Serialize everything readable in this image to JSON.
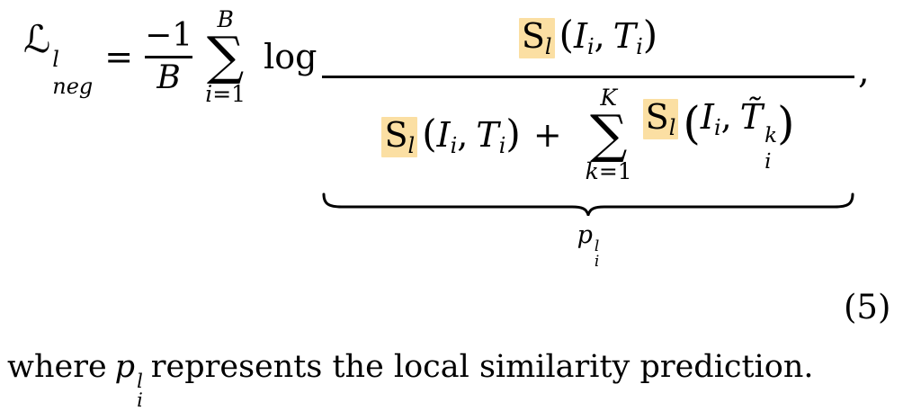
{
  "colors": {
    "background": "#ffffff",
    "text": "#000000",
    "highlight": "#fbdfa3"
  },
  "equation": {
    "number": "(5)",
    "loss": {
      "symbol": "ℒ",
      "sup": "l",
      "sub": "neg"
    },
    "equals": "=",
    "coef": {
      "num": "−1",
      "den": "B"
    },
    "sum_batch": {
      "upper": "B",
      "op": "∑",
      "lower_var": "i",
      "lower_rel": "=",
      "lower_val": "1"
    },
    "log_op": "log",
    "sim": {
      "base": "S",
      "sub": "l"
    },
    "pair": {
      "open": "(",
      "arg1": "I",
      "arg1_sub": "i",
      "comma": ",",
      "arg2": "T",
      "arg2_sub": "i",
      "close": ")"
    },
    "plus": "+",
    "sum_neg": {
      "upper": "K",
      "op": "∑",
      "lower_var": "k",
      "lower_rel": "=",
      "lower_val": "1"
    },
    "neg_pair": {
      "open": "(",
      "arg1": "I",
      "arg1_sub": "i",
      "comma": ",",
      "arg2": "T̃",
      "arg2_sup": "k",
      "arg2_sub": "i",
      "close": ")"
    },
    "trailing_comma": ",",
    "underbrace_label": {
      "base": "p",
      "sup": "l",
      "sub": "i"
    }
  },
  "caption": {
    "before": "where",
    "term": {
      "base": "p",
      "sup": "l",
      "sub": "i"
    },
    "after": "represents the local similarity prediction."
  }
}
